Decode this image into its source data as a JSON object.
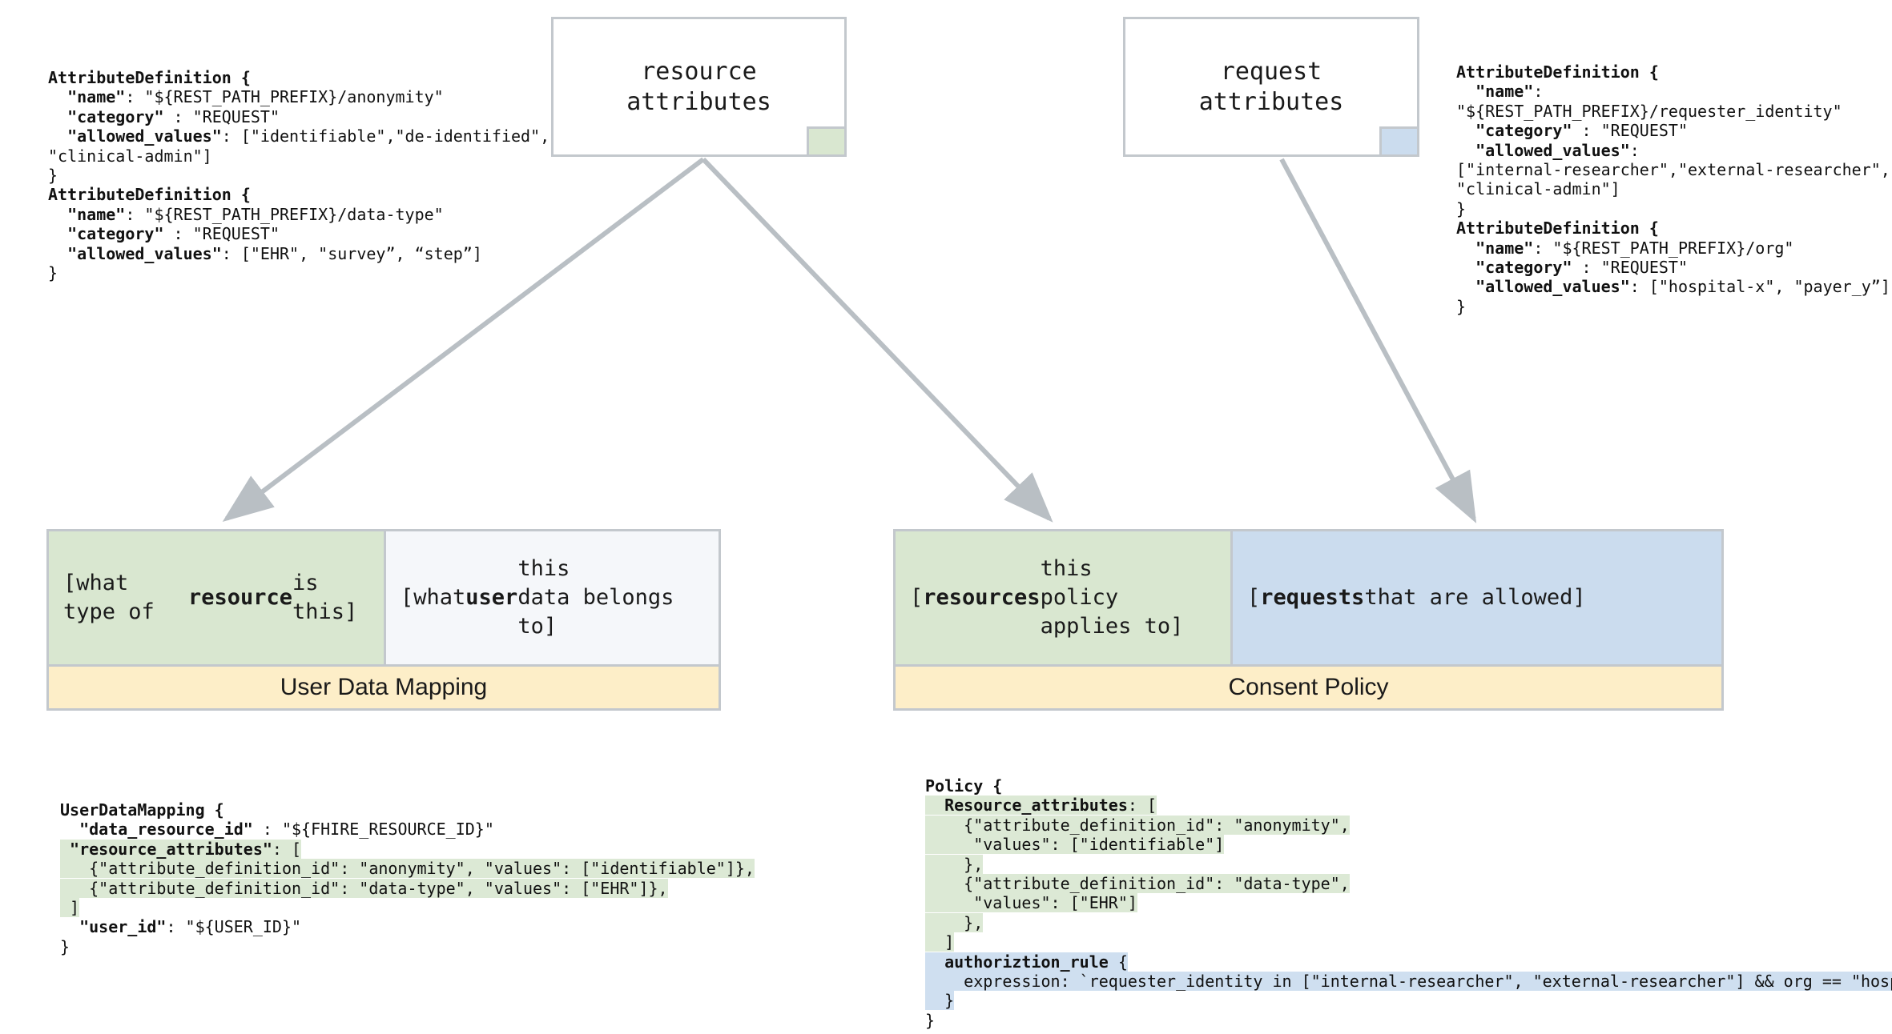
{
  "diagram": {
    "type": "flow",
    "palette": {
      "green_fill": "#d9e7d0",
      "blue_fill": "#cbdcee",
      "orange_fill": "#fdeec8",
      "plain_fill": "#f5f7fa",
      "border": "#c3c8cd",
      "arrow": "#b9bfc4",
      "highlight_green": "#dce9d5",
      "highlight_blue": "#cfdff0"
    }
  },
  "nodes": {
    "resource_attributes": {
      "label": "resource\nattributes",
      "chip_color": "#d9e7d0"
    },
    "request_attributes": {
      "label": "request\nattributes",
      "chip_color": "#cbdcee"
    }
  },
  "left_definitions": {
    "lines": [
      [
        {
          "t": "AttributeDefinition {",
          "b": true
        }
      ],
      [
        {
          "t": "  "
        },
        {
          "t": "\"name\"",
          "b": true
        },
        {
          "t": ": \"${REST_PATH_PREFIX}/anonymity\""
        }
      ],
      [
        {
          "t": "  "
        },
        {
          "t": "\"category\"",
          "b": true
        },
        {
          "t": " : \"REQUEST\""
        }
      ],
      [
        {
          "t": "  "
        },
        {
          "t": "\"allowed_values\"",
          "b": true
        },
        {
          "t": ": [\"identifiable\",\"de-identified\","
        }
      ],
      [
        {
          "t": "\"clinical-admin\"]"
        }
      ],
      [
        {
          "t": "}"
        }
      ],
      [
        {
          "t": "AttributeDefinition {",
          "b": true
        }
      ],
      [
        {
          "t": "  "
        },
        {
          "t": "\"name\"",
          "b": true
        },
        {
          "t": ": \"${REST_PATH_PREFIX}/data-type\""
        }
      ],
      [
        {
          "t": "  "
        },
        {
          "t": "\"category\"",
          "b": true
        },
        {
          "t": " : \"REQUEST\""
        }
      ],
      [
        {
          "t": "  "
        },
        {
          "t": "\"allowed_values\"",
          "b": true
        },
        {
          "t": ": [\"EHR\", \"survey”, “step”]"
        }
      ],
      [
        {
          "t": "}"
        }
      ]
    ]
  },
  "right_definitions": {
    "lines": [
      [
        {
          "t": "AttributeDefinition {",
          "b": true
        }
      ],
      [
        {
          "t": "  "
        },
        {
          "t": "\"name\"",
          "b": true
        },
        {
          "t": ":"
        }
      ],
      [
        {
          "t": "\"${REST_PATH_PREFIX}/requester_identity\""
        }
      ],
      [
        {
          "t": "  "
        },
        {
          "t": "\"category\"",
          "b": true
        },
        {
          "t": " : \"REQUEST\""
        }
      ],
      [
        {
          "t": "  "
        },
        {
          "t": "\"allowed_values\"",
          "b": true
        },
        {
          "t": ":"
        }
      ],
      [
        {
          "t": "[\"internal-researcher\",\"external-researcher\","
        }
      ],
      [
        {
          "t": "\"clinical-admin\"]"
        }
      ],
      [
        {
          "t": "}"
        }
      ],
      [
        {
          "t": "AttributeDefinition {",
          "b": true
        }
      ],
      [
        {
          "t": "  "
        },
        {
          "t": "\"name\"",
          "b": true
        },
        {
          "t": ": \"${REST_PATH_PREFIX}/org\""
        }
      ],
      [
        {
          "t": "  "
        },
        {
          "t": "\"category\"",
          "b": true
        },
        {
          "t": " : \"REQUEST\""
        }
      ],
      [
        {
          "t": "  "
        },
        {
          "t": "\"allowed_values\"",
          "b": true
        },
        {
          "t": ": [\"hospital-x\", \"payer_y”]"
        }
      ],
      [
        {
          "t": "}"
        }
      ]
    ]
  },
  "user_data_mapping": {
    "title": "User Data Mapping",
    "cell_resource": "[what type of\n**resource** is this]",
    "cell_user": "[what **user** this\ndata belongs to]"
  },
  "consent_policy": {
    "title": "Consent Policy",
    "cell_resources": "[**resources** this\npolicy applies to]",
    "cell_requests": "[**requests** that are allowed]"
  },
  "user_data_mapping_code": {
    "lines": [
      {
        "hl": "none",
        "parts": [
          {
            "t": "UserDataMapping {",
            "b": true
          }
        ]
      },
      {
        "hl": "none",
        "parts": [
          {
            "t": "  "
          },
          {
            "t": "\"data_resource_id\"",
            "b": true
          },
          {
            "t": " : \"${FHIRE_RESOURCE_ID}\""
          }
        ]
      },
      {
        "hl": "green",
        "parts": [
          {
            "t": " "
          },
          {
            "t": "\"resource_attributes\"",
            "b": true
          },
          {
            "t": ": ["
          }
        ]
      },
      {
        "hl": "green",
        "parts": [
          {
            "t": "   {\"attribute_definition_id\": \"anonymity\", \"values\": [\"identifiable\"]},"
          }
        ]
      },
      {
        "hl": "green",
        "parts": [
          {
            "t": "   {\"attribute_definition_id\": \"data-type\", \"values\": [\"EHR\"]},"
          }
        ]
      },
      {
        "hl": "green",
        "parts": [
          {
            "t": " ]"
          }
        ]
      },
      {
        "hl": "none",
        "parts": [
          {
            "t": "  "
          },
          {
            "t": "\"user_id\"",
            "b": true
          },
          {
            "t": ": \"${USER_ID}\""
          }
        ]
      },
      {
        "hl": "none",
        "parts": [
          {
            "t": "}"
          }
        ]
      }
    ]
  },
  "policy_code": {
    "lines": [
      {
        "hl": "none",
        "parts": [
          {
            "t": "Policy {",
            "b": true
          }
        ]
      },
      {
        "hl": "green",
        "parts": [
          {
            "t": "  "
          },
          {
            "t": "Resource_attributes",
            "b": true
          },
          {
            "t": ": ["
          }
        ]
      },
      {
        "hl": "green",
        "parts": [
          {
            "t": "    {\"attribute_definition_id\": \"anonymity\","
          }
        ]
      },
      {
        "hl": "green",
        "parts": [
          {
            "t": "     \"values\": [\"identifiable\"]"
          }
        ]
      },
      {
        "hl": "green",
        "parts": [
          {
            "t": "    },"
          }
        ]
      },
      {
        "hl": "green",
        "parts": [
          {
            "t": "    {\"attribute_definition_id\": \"data-type\","
          }
        ]
      },
      {
        "hl": "green",
        "parts": [
          {
            "t": "     \"values\": [\"EHR\"]"
          }
        ]
      },
      {
        "hl": "green",
        "parts": [
          {
            "t": "    },"
          }
        ]
      },
      {
        "hl": "green",
        "parts": [
          {
            "t": "  ]"
          }
        ]
      },
      {
        "hl": "blue",
        "parts": [
          {
            "t": "  "
          },
          {
            "t": "authoriztion_rule",
            "b": true
          },
          {
            "t": " {"
          }
        ]
      },
      {
        "hl": "blue",
        "parts": [
          {
            "t": "    expression: `requester_identity in [\"internal-researcher\", \"external-researcher\"] && org == \"hospital-x\"`"
          }
        ]
      },
      {
        "hl": "blue",
        "parts": [
          {
            "t": "  }"
          }
        ]
      },
      {
        "hl": "none",
        "parts": [
          {
            "t": "}"
          }
        ]
      }
    ]
  },
  "arrows": [
    {
      "name": "resource-attributes-to-user-data-mapping",
      "from": "resource_attributes",
      "to": "user_data_mapping"
    },
    {
      "name": "resource-attributes-to-consent-policy",
      "from": "resource_attributes",
      "to": "consent_policy"
    },
    {
      "name": "request-attributes-to-consent-policy",
      "from": "request_attributes",
      "to": "consent_policy"
    }
  ]
}
